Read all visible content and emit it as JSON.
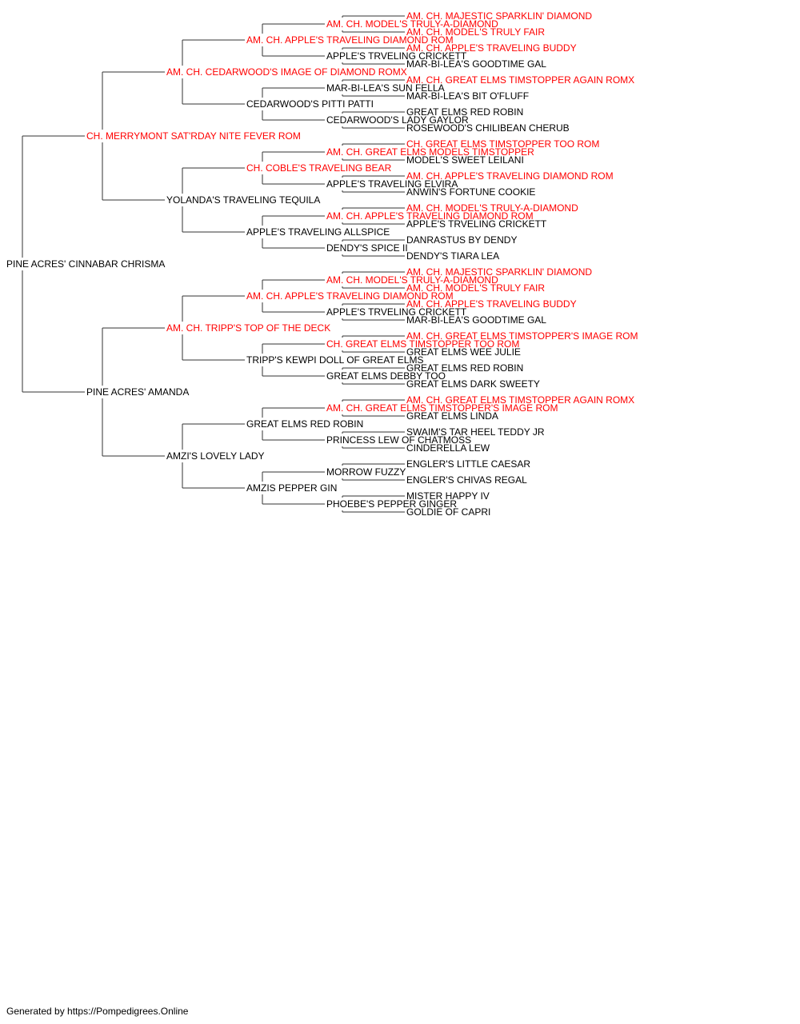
{
  "colors": {
    "champion": "#ff0000",
    "regular": "#000000",
    "connector": "#333333"
  },
  "pedigree": [
    {
      "name": "PINE ACRES' CINNABAR CHRISMA",
      "champion": false
    },
    {
      "name": "CH. MERRYMONT SAT'RDAY NITE FEVER ROM",
      "champion": true
    },
    {
      "name": "PINE ACRES' AMANDA",
      "champion": false
    },
    {
      "name": "AM. CH. CEDARWOOD'S IMAGE OF DIAMOND ROMX",
      "champion": true
    },
    {
      "name": "YOLANDA'S TRAVELING TEQUILA",
      "champion": false
    },
    {
      "name": "AM. CH. TRIPP'S TOP OF THE DECK",
      "champion": true
    },
    {
      "name": "AMZI'S LOVELY LADY",
      "champion": false
    },
    {
      "name": "AM. CH. APPLE'S TRAVELING DIAMOND ROM",
      "champion": true
    },
    {
      "name": "CEDARWOOD'S PITTI PATTI",
      "champion": false
    },
    {
      "name": "CH. COBLE'S TRAVELING BEAR",
      "champion": true
    },
    {
      "name": "APPLE'S TRAVELING ALLSPICE",
      "champion": false
    },
    {
      "name": "AM. CH. APPLE'S TRAVELING DIAMOND ROM",
      "champion": true
    },
    {
      "name": "TRIPP'S KEWPI DOLL OF GREAT ELMS",
      "champion": false
    },
    {
      "name": "GREAT ELMS RED ROBIN",
      "champion": false
    },
    {
      "name": "AMZIS PEPPER GIN",
      "champion": false
    },
    {
      "name": "AM. CH. MODEL'S TRULY-A-DIAMOND",
      "champion": true
    },
    {
      "name": "APPLE'S TRVELING CRICKETT",
      "champion": false
    },
    {
      "name": "MAR-BI-LEA'S SUN FELLA",
      "champion": false
    },
    {
      "name": "CEDARWOOD'S LADY GAYLOR",
      "champion": false
    },
    {
      "name": "AM. CH. GREAT ELMS MODELS TIMSTOPPER",
      "champion": true
    },
    {
      "name": "APPLE'S TRAVELING ELVIRA",
      "champion": false
    },
    {
      "name": "AM. CH. APPLE'S TRAVELING DIAMOND ROM",
      "champion": true
    },
    {
      "name": "DENDY'S SPICE II",
      "champion": false
    },
    {
      "name": "AM. CH. MODEL'S TRULY-A-DIAMOND",
      "champion": true
    },
    {
      "name": "APPLE'S TRVELING CRICKETT",
      "champion": false
    },
    {
      "name": "CH. GREAT ELMS TIMSTOPPER TOO ROM",
      "champion": true
    },
    {
      "name": "GREAT ELMS DEBBY TOO",
      "champion": false
    },
    {
      "name": "AM. CH. GREAT ELMS TIMSTOPPER'S IMAGE ROM",
      "champion": true
    },
    {
      "name": "PRINCESS LEW OF CHATMOSS",
      "champion": false
    },
    {
      "name": "MORROW FUZZY",
      "champion": false
    },
    {
      "name": "PHOEBE'S PEPPER GINGER",
      "champion": false
    },
    {
      "name": "AM. CH. MAJESTIC SPARKLIN' DIAMOND",
      "champion": true
    },
    {
      "name": "AM. CH. MODEL'S TRULY FAIR",
      "champion": true
    },
    {
      "name": "AM. CH. APPLE'S TRAVELING BUDDY",
      "champion": true
    },
    {
      "name": "MAR-BI-LEA'S GOODTIME GAL",
      "champion": false
    },
    {
      "name": "AM. CH. GREAT ELMS TIMSTOPPER AGAIN ROMX",
      "champion": true
    },
    {
      "name": "MAR-BI-LEA'S BIT O'FLUFF",
      "champion": false
    },
    {
      "name": "GREAT ELMS RED ROBIN",
      "champion": false
    },
    {
      "name": "ROSEWOOD'S CHILIBEAN CHERUB",
      "champion": false
    },
    {
      "name": "CH. GREAT ELMS TIMSTOPPER TOO ROM",
      "champion": true
    },
    {
      "name": "MODEL'S SWEET LEILANI",
      "champion": false
    },
    {
      "name": "AM. CH. APPLE'S TRAVELING DIAMOND ROM",
      "champion": true
    },
    {
      "name": "ANWIN'S FORTUNE COOKIE",
      "champion": false
    },
    {
      "name": "AM. CH. MODEL'S TRULY-A-DIAMOND",
      "champion": true
    },
    {
      "name": "APPLE'S TRVELING CRICKETT",
      "champion": false
    },
    {
      "name": "DANRASTUS BY DENDY",
      "champion": false
    },
    {
      "name": "DENDY'S TIARA LEA",
      "champion": false
    },
    {
      "name": "AM. CH. MAJESTIC SPARKLIN' DIAMOND",
      "champion": true
    },
    {
      "name": "AM. CH. MODEL'S TRULY FAIR",
      "champion": true
    },
    {
      "name": "AM. CH. APPLE'S TRAVELING BUDDY",
      "champion": true
    },
    {
      "name": "MAR-BI-LEA'S GOODTIME GAL",
      "champion": false
    },
    {
      "name": "AM. CH. GREAT ELMS TIMSTOPPER'S IMAGE ROM",
      "champion": true
    },
    {
      "name": "GREAT ELMS WEE JULIE",
      "champion": false
    },
    {
      "name": "GREAT ELMS RED ROBIN",
      "champion": false
    },
    {
      "name": "GREAT ELMS DARK SWEETY",
      "champion": false
    },
    {
      "name": "AM. CH. GREAT ELMS TIMSTOPPER AGAIN ROMX",
      "champion": true
    },
    {
      "name": "GREAT ELMS LINDA",
      "champion": false
    },
    {
      "name": "SWAIM'S TAR HEEL TEDDY JR",
      "champion": false
    },
    {
      "name": "CINDERELLA LEW",
      "champion": false
    },
    {
      "name": "ENGLER'S LITTLE CAESAR",
      "champion": false
    },
    {
      "name": "ENGLER'S CHIVAS REGAL",
      "champion": false
    },
    {
      "name": "MISTER HAPPY IV",
      "champion": false
    },
    {
      "name": "GOLDIE OF CAPRI",
      "champion": false
    }
  ],
  "footer": "Generated by https://Pompedigrees.Online"
}
